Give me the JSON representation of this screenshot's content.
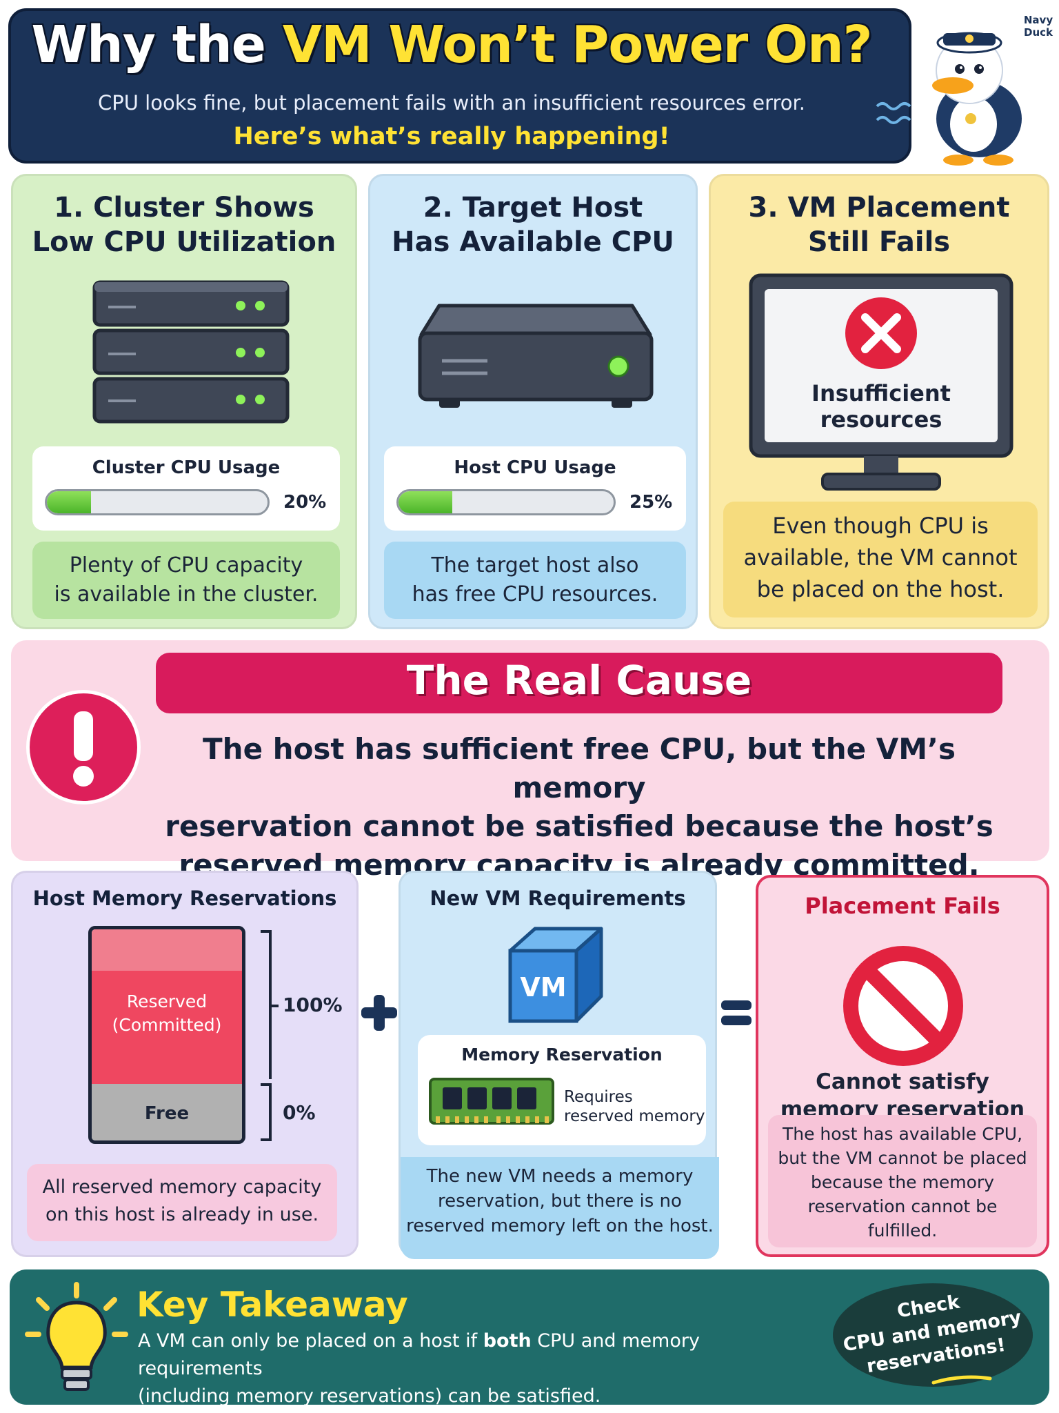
{
  "header": {
    "title_pre": "Why the ",
    "title_highlight": "VM Won’t Power On?",
    "subtitle": "CPU looks fine, but placement fails with an insufficient resources error.",
    "subtitle_highlight": "Here’s what’s really happening!",
    "mascot_badge": "Navy Duck"
  },
  "panels": [
    {
      "title_line1": "1. Cluster Shows",
      "title_line2": "Low CPU Utilization",
      "usage_label": "Cluster CPU Usage",
      "usage_percent": "20%",
      "usage_value": 0.2,
      "note_line1": "Plenty of CPU capacity",
      "note_line2": "is available in the cluster.",
      "icon": "server-rack-icon"
    },
    {
      "title_line1": "2. Target Host",
      "title_line2": "Has Available CPU",
      "usage_label": "Host CPU Usage",
      "usage_percent": "25%",
      "usage_value": 0.25,
      "note_line1": "The target host also",
      "note_line2": "has free CPU resources.",
      "icon": "host-server-icon"
    },
    {
      "title_line1": "3. VM Placement",
      "title_line2": "Still Fails",
      "monitor_line1": "Insufficient",
      "monitor_line2": "resources",
      "note_line1": "Even though CPU is",
      "note_line2": "available, the VM cannot",
      "note_line3": "be placed on the host.",
      "icon": "error-monitor-icon"
    }
  ],
  "cause": {
    "title": "The Real Cause",
    "body_line1": "The host has sufficient free CPU, but the VM’s memory",
    "body_line2": "reservation cannot be satisfied because the host’s",
    "body_line3": "reserved memory capacity is already committed.",
    "icon": "exclamation-icon"
  },
  "memory": {
    "title": "Host Memory Reservations",
    "reserved_line1": "Reserved",
    "reserved_line2": "(Committed)",
    "free_label": "Free",
    "tick_top": "100%",
    "tick_bottom": "0%",
    "note_line1": "All reserved memory capacity",
    "note_line2": "on this host is already in use."
  },
  "vm": {
    "title": "New VM Requirements",
    "cube_label": "VM",
    "res_title": "Memory Reservation",
    "res_line1": "Requires",
    "res_line2": "reserved memory",
    "note_line1": "The new VM needs a memory",
    "note_line2": "reservation, but there is no",
    "note_line3": "reserved memory left on the host."
  },
  "fails": {
    "title": "Placement Fails",
    "sub_line1": "Cannot satisfy",
    "sub_line2": "memory reservation",
    "note_line1": "The host has available CPU,",
    "note_line2": "but the VM cannot be placed",
    "note_line3": "because the memory",
    "note_line4": "reservation cannot be",
    "note_line5": "fulfilled."
  },
  "footer": {
    "title": "Key Takeaway",
    "body_pre": "A VM can only be placed on a host if ",
    "body_bold": "both",
    "body_post": " CPU and memory requirements",
    "body_line2": "(including memory reservations) can be satisfied.",
    "badge_line1": "Check",
    "badge_line2": "CPU and memory",
    "badge_line3": "reservations!"
  },
  "colors": {
    "header_bg": "#1b3358",
    "highlight": "#ffe234",
    "panel_green": "#d7f0c6",
    "panel_blue": "#cfe8f9",
    "panel_yellow": "#fbeaa6",
    "cause_pink": "#fbd9e6",
    "cause_accent": "#d81b5c",
    "footer_teal": "#1f6c6a"
  }
}
